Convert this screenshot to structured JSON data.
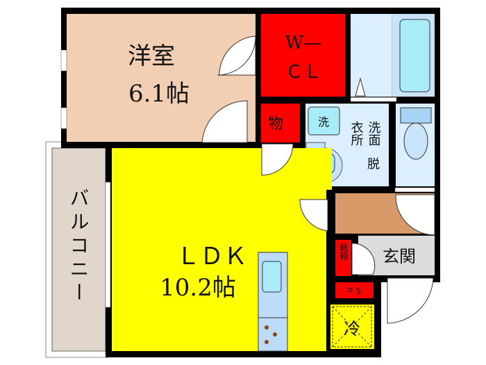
{
  "rooms": {
    "western": {
      "name": "洋室",
      "size": "6.1帖"
    },
    "wcl": {
      "line1": "W—",
      "line2": "ＣＬ"
    },
    "storage": {
      "name": "物"
    },
    "washroom": {
      "col1": "洗面",
      "col1b": "脱",
      "col2": "衣所",
      "washer": "洗"
    },
    "ldk": {
      "name": "ＬＤＫ",
      "size": "10.2帖"
    },
    "balcony": {
      "name": "バルコニー"
    },
    "entrance": {
      "name": "玄関"
    },
    "shoebox": {
      "name": "靴箱"
    },
    "ps": {
      "name": "ＰＳ"
    },
    "fridge": {
      "name": "冷"
    }
  },
  "colors": {
    "western": "#f2cfb3",
    "wcl": "#ff0000",
    "wet": "#dcefff",
    "ldk": "#ffff00",
    "balcony": "#e0d6cc",
    "entrance": "#d99a6a",
    "genkan": "#dcdcdc",
    "fixture": "#a9ecf9"
  }
}
